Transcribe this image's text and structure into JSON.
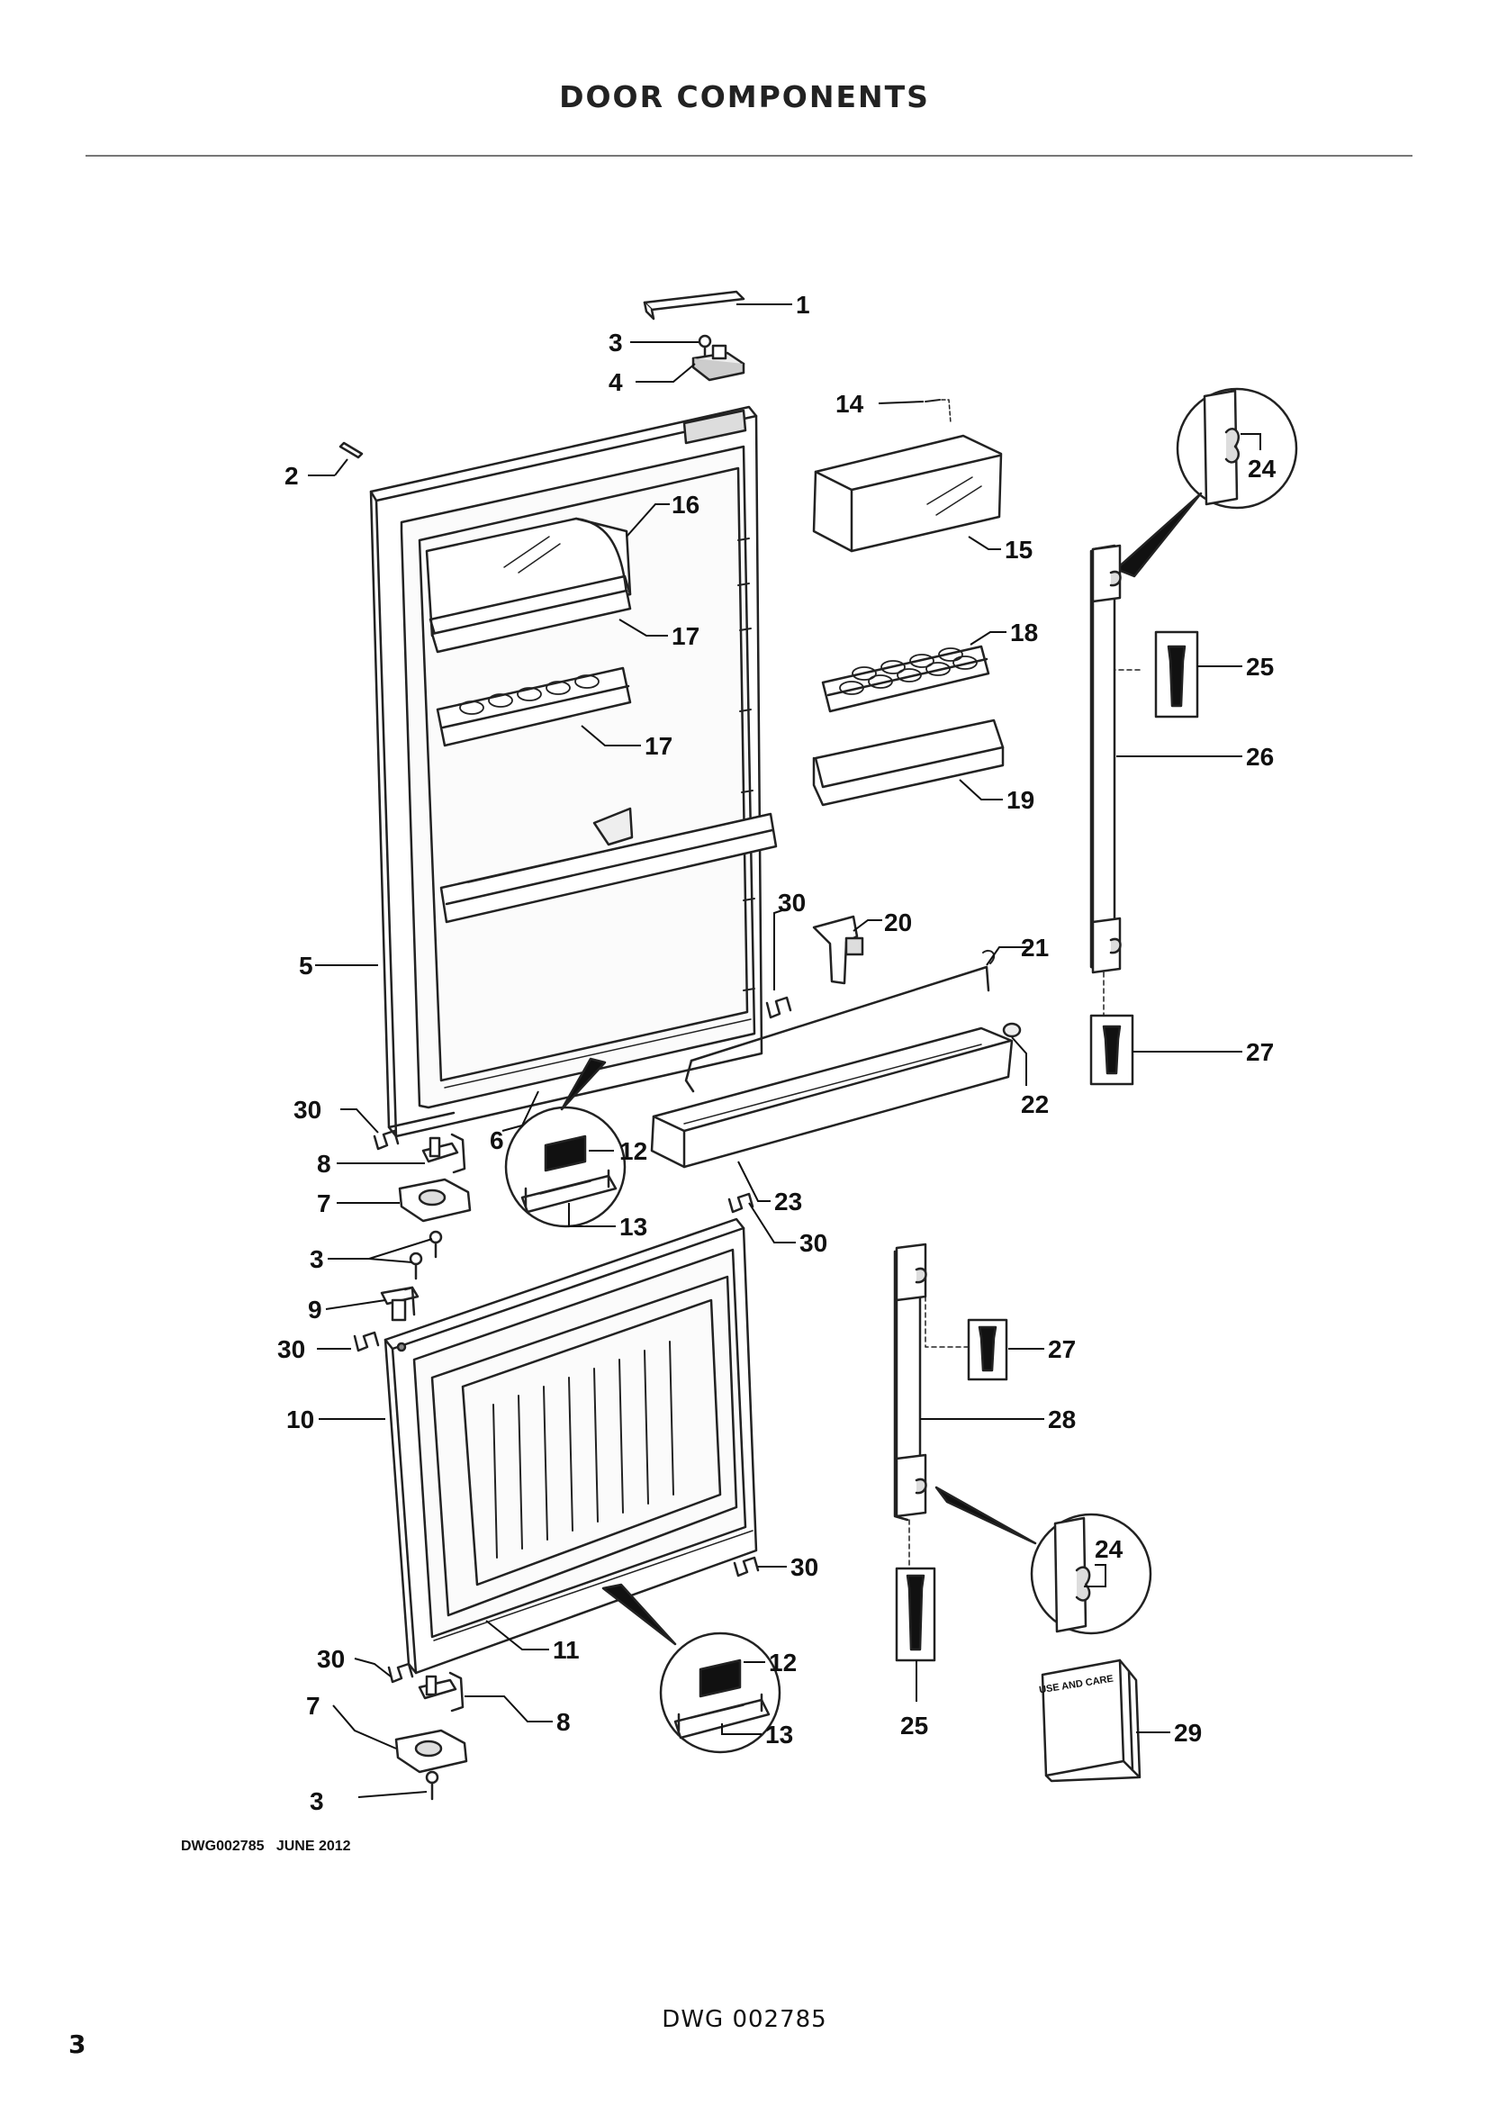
{
  "page": {
    "title": "DOOR COMPONENTS",
    "drawing_code": "DWG002785   JUNE 2012",
    "footer_drawing": "DWG 002785",
    "page_number": "3"
  },
  "manual": {
    "cover_text": "USE AND CARE"
  },
  "callouts": [
    {
      "id": "c1",
      "text": "1"
    },
    {
      "id": "c3a",
      "text": "3"
    },
    {
      "id": "c4",
      "text": "4"
    },
    {
      "id": "c14",
      "text": "14"
    },
    {
      "id": "c2",
      "text": "2"
    },
    {
      "id": "c16",
      "text": "16"
    },
    {
      "id": "c15",
      "text": "15"
    },
    {
      "id": "c24a",
      "text": "24"
    },
    {
      "id": "c17a",
      "text": "17"
    },
    {
      "id": "c18",
      "text": "18"
    },
    {
      "id": "c25a",
      "text": "25"
    },
    {
      "id": "c17b",
      "text": "17"
    },
    {
      "id": "c26",
      "text": "26"
    },
    {
      "id": "c19",
      "text": "19"
    },
    {
      "id": "c30a",
      "text": "30"
    },
    {
      "id": "c20",
      "text": "20"
    },
    {
      "id": "c21",
      "text": "21"
    },
    {
      "id": "c5",
      "text": "5"
    },
    {
      "id": "c27a",
      "text": "27"
    },
    {
      "id": "c22",
      "text": "22"
    },
    {
      "id": "c30b",
      "text": "30"
    },
    {
      "id": "c6",
      "text": "6"
    },
    {
      "id": "c12a",
      "text": "12"
    },
    {
      "id": "c8a",
      "text": "8"
    },
    {
      "id": "c7a",
      "text": "7"
    },
    {
      "id": "c23",
      "text": "23"
    },
    {
      "id": "c13a",
      "text": "13"
    },
    {
      "id": "c30c",
      "text": "30"
    },
    {
      "id": "c3b",
      "text": "3"
    },
    {
      "id": "c9",
      "text": "9"
    },
    {
      "id": "c27b",
      "text": "27"
    },
    {
      "id": "c30d",
      "text": "30"
    },
    {
      "id": "c10",
      "text": "10"
    },
    {
      "id": "c28",
      "text": "28"
    },
    {
      "id": "c24b",
      "text": "24"
    },
    {
      "id": "c30e",
      "text": "30"
    },
    {
      "id": "c11",
      "text": "11"
    },
    {
      "id": "c30f",
      "text": "30"
    },
    {
      "id": "c12b",
      "text": "12"
    },
    {
      "id": "c7b",
      "text": "7"
    },
    {
      "id": "c8b",
      "text": "8"
    },
    {
      "id": "c13b",
      "text": "13"
    },
    {
      "id": "c25b",
      "text": "25"
    },
    {
      "id": "c29",
      "text": "29"
    },
    {
      "id": "c3c",
      "text": "3"
    }
  ]
}
